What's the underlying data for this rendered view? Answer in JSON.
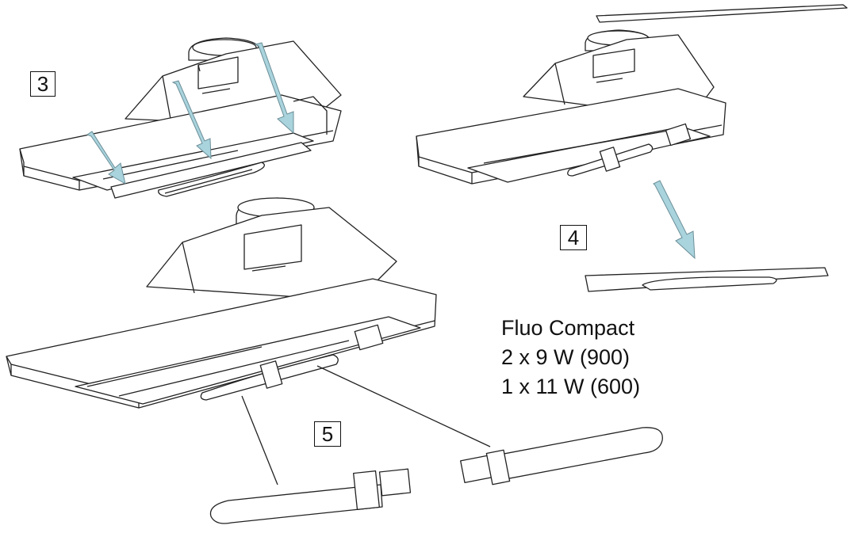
{
  "steps": {
    "step3": "3",
    "step4": "4",
    "step5": "5"
  },
  "lamp_note": {
    "line1": "Fluo Compact",
    "line2": "2 x 9 W (900)",
    "line3": "1 x 11 W (600)"
  },
  "colors": {
    "arrow": "#a9d3dd",
    "arrow_outline": "#6c8f98",
    "line": "#222222"
  }
}
